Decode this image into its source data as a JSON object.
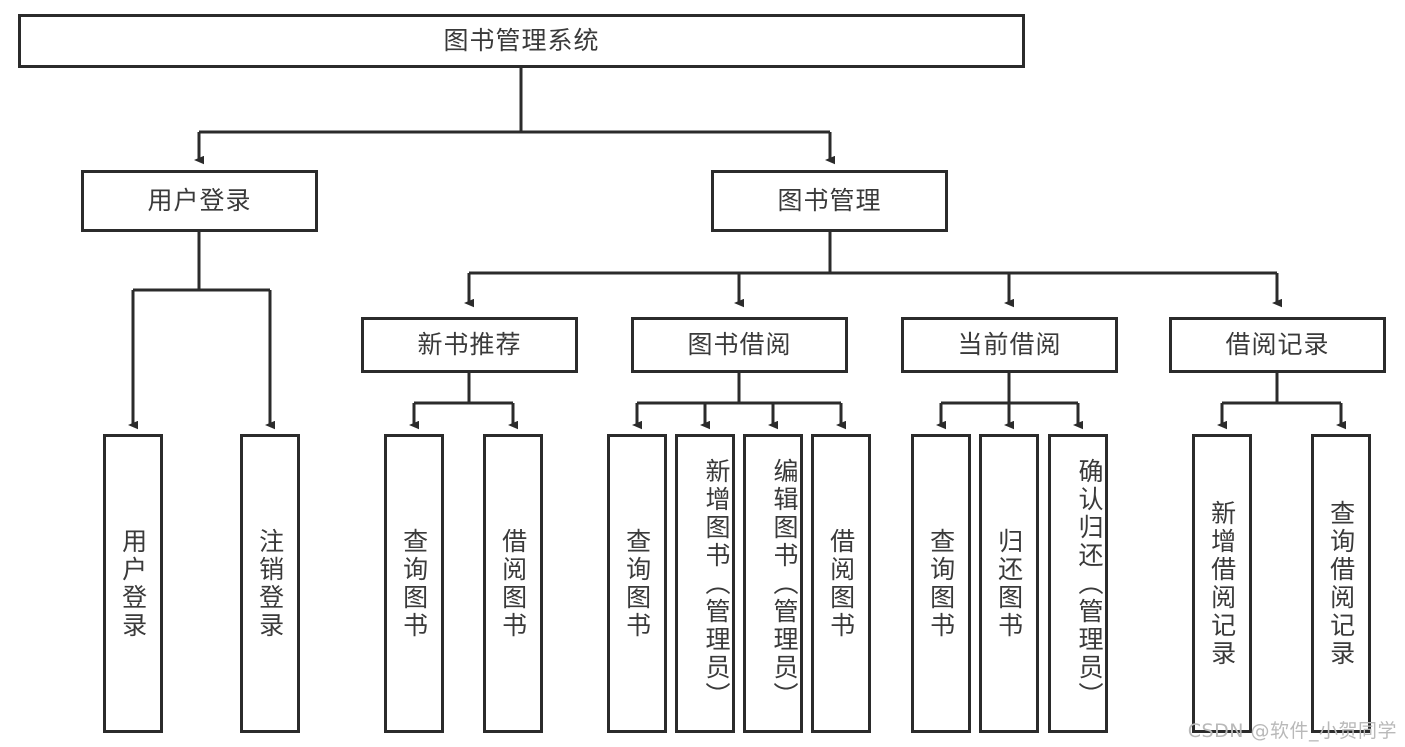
{
  "diagram": {
    "title": "图书管理系统",
    "type": "tree-hierarchy-diagram",
    "root": {
      "id": "root",
      "label": "图书管理系统"
    },
    "level2": [
      {
        "id": "login",
        "label": "用户登录"
      },
      {
        "id": "bookmgmt",
        "label": "图书管理"
      }
    ],
    "level3": [
      {
        "id": "newbook",
        "label": "新书推荐",
        "parent": "bookmgmt"
      },
      {
        "id": "borrow",
        "label": "图书借阅",
        "parent": "bookmgmt"
      },
      {
        "id": "current",
        "label": "当前借阅",
        "parent": "bookmgmt"
      },
      {
        "id": "records",
        "label": "借阅记录",
        "parent": "bookmgmt"
      }
    ],
    "leaves": [
      {
        "id": "leaf-user-login",
        "label": "用户登录",
        "parent": "login"
      },
      {
        "id": "leaf-logout",
        "label": "注销登录",
        "parent": "login"
      },
      {
        "id": "leaf-query-book-1",
        "label": "查询图书",
        "parent": "newbook"
      },
      {
        "id": "leaf-borrow-book-1",
        "label": "借阅图书",
        "parent": "newbook"
      },
      {
        "id": "leaf-query-book-2",
        "label": "查询图书",
        "parent": "borrow"
      },
      {
        "id": "leaf-add-book",
        "label": "新增图书（管理员）",
        "parent": "borrow"
      },
      {
        "id": "leaf-edit-book",
        "label": "编辑图书（管理员）",
        "parent": "borrow"
      },
      {
        "id": "leaf-borrow-book-2",
        "label": "借阅图书",
        "parent": "borrow"
      },
      {
        "id": "leaf-query-book-3",
        "label": "查询图书",
        "parent": "current"
      },
      {
        "id": "leaf-return-book",
        "label": "归还图书",
        "parent": "current"
      },
      {
        "id": "leaf-confirm-return",
        "label": "确认归还（管理员）",
        "parent": "current"
      },
      {
        "id": "leaf-add-record",
        "label": "新增借阅记录",
        "parent": "records"
      },
      {
        "id": "leaf-query-record",
        "label": "查询借阅记录",
        "parent": "records"
      }
    ],
    "colors": {
      "border": "#2b2b2b",
      "text": "#3a3a3a",
      "background": "#ffffff",
      "watermark": "#b9b9b9"
    }
  },
  "watermark": {
    "text": "CSDN @软件_小贺同学"
  }
}
